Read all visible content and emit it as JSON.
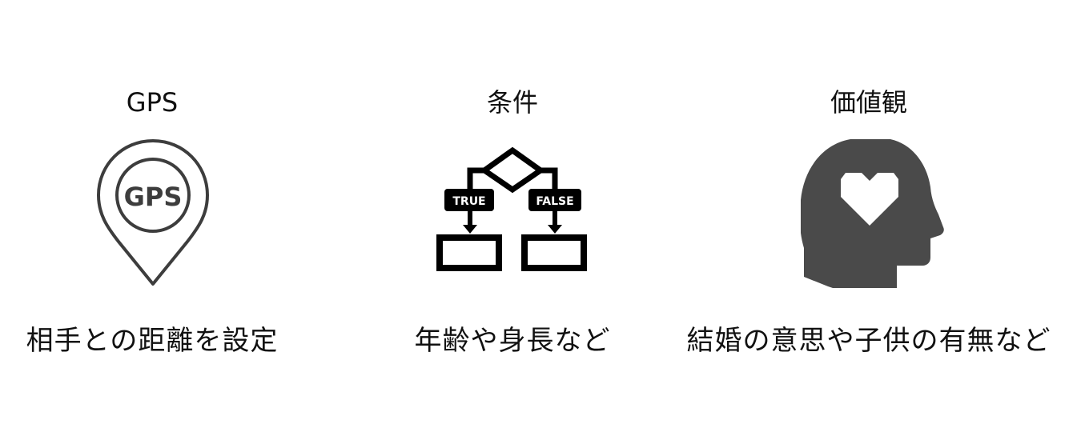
{
  "features": [
    {
      "heading": "GPS",
      "icon": {
        "name": "gps-pin-icon",
        "label": "GPS",
        "color": "#3d3d3d"
      },
      "caption": "相手との距離を設定"
    },
    {
      "heading": "条件",
      "icon": {
        "name": "flowchart-condition-icon",
        "true_label": "TRUE",
        "false_label": "FALSE",
        "color": "#000000"
      },
      "caption": "年齢や身長など"
    },
    {
      "heading": "価値観",
      "icon": {
        "name": "head-heart-icon",
        "color": "#4a4a4a"
      },
      "caption": "結婚の意思や子供の有無など"
    }
  ]
}
